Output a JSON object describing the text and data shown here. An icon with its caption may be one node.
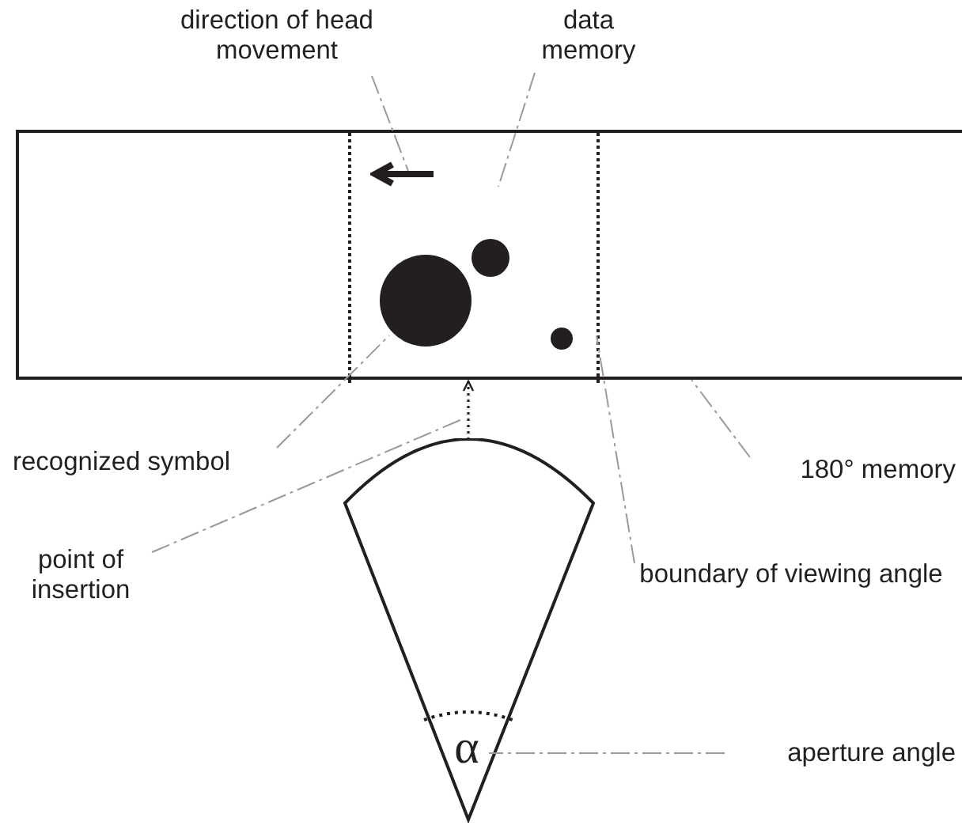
{
  "diagram": {
    "nodes": [
      {
        "text": [
          "direction of head movement"
        ]
      },
      {
        "text": [
          "data memory"
        ]
      },
      {
        "text": [],
        "shape": "box"
      },
      {
        "text": [],
        "shape": "box",
        "in": 2
      },
      {
        "text": [],
        "shape": "arrow",
        "in": 3
      },
      {
        "text": [],
        "shape": "circle",
        "in": 3
      },
      {
        "text": [],
        "shape": "circle",
        "in": 3
      },
      {
        "text": [],
        "shape": "circle",
        "in": 3
      },
      {
        "text": [
          "recognized symbol"
        ]
      },
      {
        "text": [
          "180° memory"
        ]
      },
      {
        "text": [],
        "shape": "sector"
      },
      {
        "text": [
          "point of insertion"
        ]
      },
      {
        "text": [
          "boundary of viewing angle"
        ]
      },
      {
        "text": [
          "α"
        ],
        "in": 10
      },
      {
        "text": [
          "aperture angle"
        ]
      }
    ],
    "edges": [
      {
        "from": 0,
        "to": 4,
        "arrow": "none"
      },
      {
        "from": 1,
        "to": 3,
        "arrow": "none"
      },
      {
        "from": 8,
        "to": 5,
        "arrow": "none"
      },
      {
        "from": 9,
        "to": 2,
        "arrow": "none"
      },
      {
        "from": 11,
        "to": null,
        "arrow": "none"
      },
      {
        "from": 12,
        "to": 3,
        "arrow": "none"
      },
      {
        "from": 14,
        "to": 13,
        "arrow": "none"
      },
      {
        "from": 10,
        "to": 2,
        "arrow": "to",
        "style": "dashed",
        "color": "#231f20"
      }
    ]
  }
}
